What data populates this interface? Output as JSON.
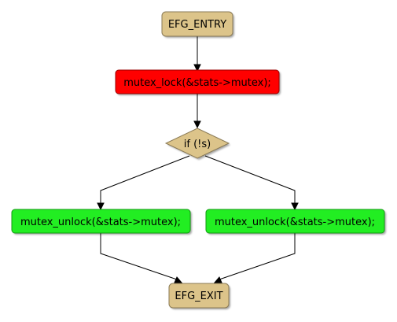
{
  "diagram": {
    "nodes": {
      "entry": {
        "label": "EFG_ENTRY",
        "fill": "#dcc48a",
        "stroke": "#8a7a55"
      },
      "lock": {
        "label": "mutex_lock(&stats->mutex);",
        "fill": "#ff0000",
        "stroke": "#990000"
      },
      "cond": {
        "label": "if (!s)",
        "fill": "#dcc48a",
        "stroke": "#8a7a55"
      },
      "unlock_left": {
        "label": "mutex_unlock(&stats->mutex);",
        "fill": "#22ee22",
        "stroke": "#119911"
      },
      "unlock_right": {
        "label": "mutex_unlock(&stats->mutex);",
        "fill": "#22ee22",
        "stroke": "#119911"
      },
      "exit": {
        "label": "EFG_EXIT",
        "fill": "#dcc48a",
        "stroke": "#8a7a55"
      }
    },
    "edges": [
      {
        "from": "entry",
        "to": "lock"
      },
      {
        "from": "lock",
        "to": "cond"
      },
      {
        "from": "cond",
        "to": "unlock_left"
      },
      {
        "from": "cond",
        "to": "unlock_right"
      },
      {
        "from": "unlock_left",
        "to": "exit"
      },
      {
        "from": "unlock_right",
        "to": "exit"
      }
    ]
  }
}
